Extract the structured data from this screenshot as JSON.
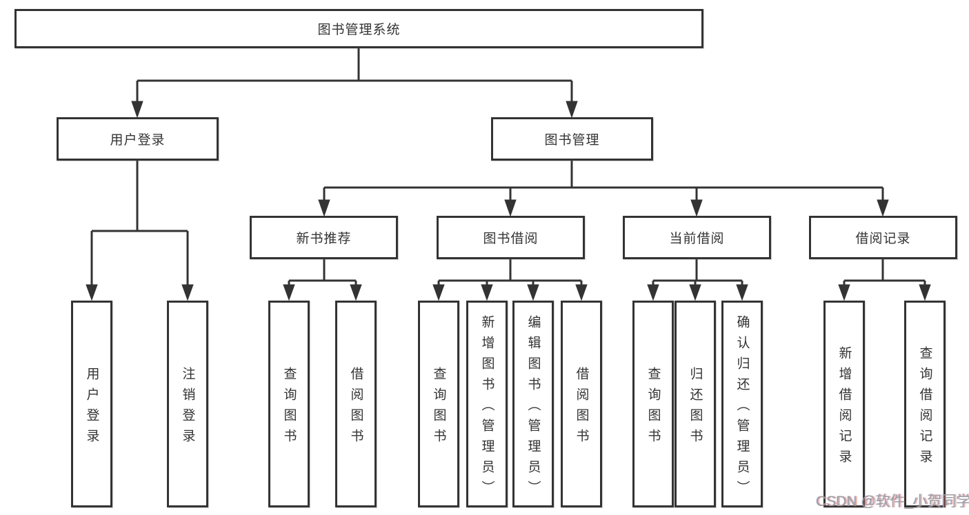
{
  "root": {
    "label": "图书管理系统"
  },
  "level2": [
    {
      "label": "用户登录"
    },
    {
      "label": "图书管理"
    }
  ],
  "level3": [
    {
      "label": "新书推荐"
    },
    {
      "label": "图书借阅"
    },
    {
      "label": "当前借阅"
    },
    {
      "label": "借阅记录"
    }
  ],
  "leaves": [
    {
      "label": "用户登录"
    },
    {
      "label": "注销登录"
    },
    {
      "label": "查询图书"
    },
    {
      "label": "借阅图书"
    },
    {
      "label": "查询图书"
    },
    {
      "label": "新增图书（管理员）"
    },
    {
      "label": "编辑图书（管理员）"
    },
    {
      "label": "借阅图书"
    },
    {
      "label": "查询图书"
    },
    {
      "label": "归还图书"
    },
    {
      "label": "确认归还（管理员）"
    },
    {
      "label": "新增借阅记录"
    },
    {
      "label": "查询借阅记录"
    }
  ],
  "watermark": {
    "text": "CSDN @软件_小贺同学"
  },
  "colors": {
    "line": "#333333",
    "box_border": "#333333",
    "box_fill": "#ffffff",
    "text": "#333333",
    "watermark": "#9c9ca2"
  }
}
